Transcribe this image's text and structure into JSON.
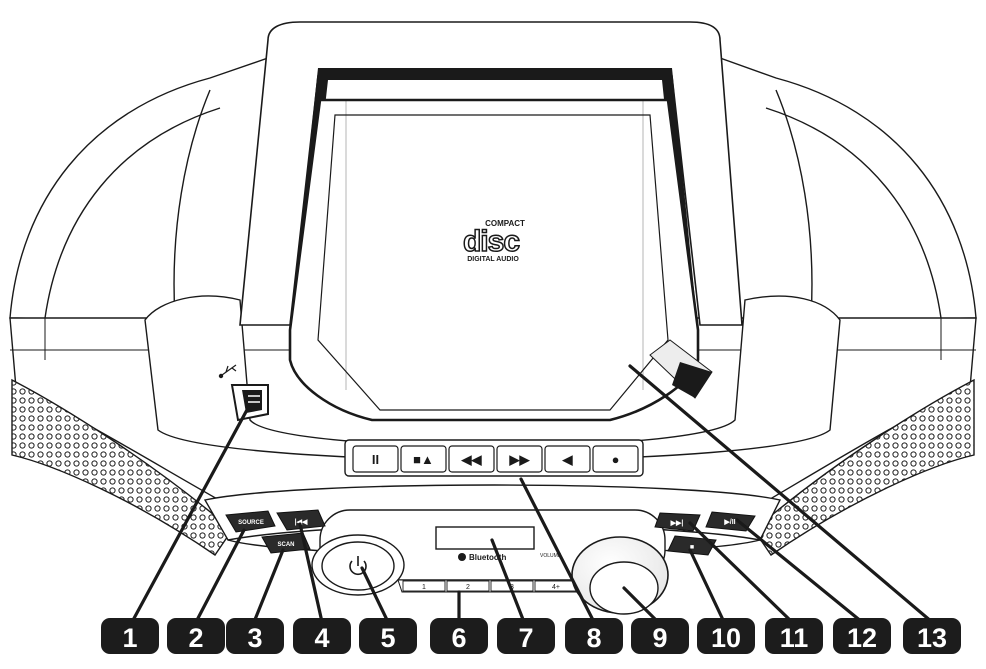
{
  "disc_logo": {
    "top_word": "COMPACT",
    "main_word": "disc",
    "bottom_word": "DIGITAL AUDIO"
  },
  "left_buttons": {
    "source": "SOURCE",
    "scan": "SCAN",
    "prev": "|◀◀"
  },
  "right_buttons": {
    "next": "▶▶|",
    "play_pause": "▶/II",
    "stop": "■"
  },
  "transport_buttons": [
    {
      "name": "pause",
      "glyph": "II"
    },
    {
      "name": "stop-eject",
      "glyph": "■▲"
    },
    {
      "name": "rewind",
      "glyph": "◀◀"
    },
    {
      "name": "fast-forward",
      "glyph": "▶▶"
    },
    {
      "name": "play",
      "glyph": "◀"
    },
    {
      "name": "record",
      "glyph": "●"
    }
  ],
  "bluetooth_label": "Bluetooth",
  "volume_label": "VOLUME",
  "presets": [
    "1",
    "2",
    "3",
    "4+"
  ],
  "callouts": [
    "1",
    "2",
    "3",
    "4",
    "5",
    "6",
    "7",
    "8",
    "9",
    "10",
    "11",
    "12",
    "13"
  ],
  "colors": {
    "line": "#1a1a1a",
    "badge_bg": "#1c1c1c",
    "badge_text": "#ffffff",
    "body": "#ffffff"
  }
}
